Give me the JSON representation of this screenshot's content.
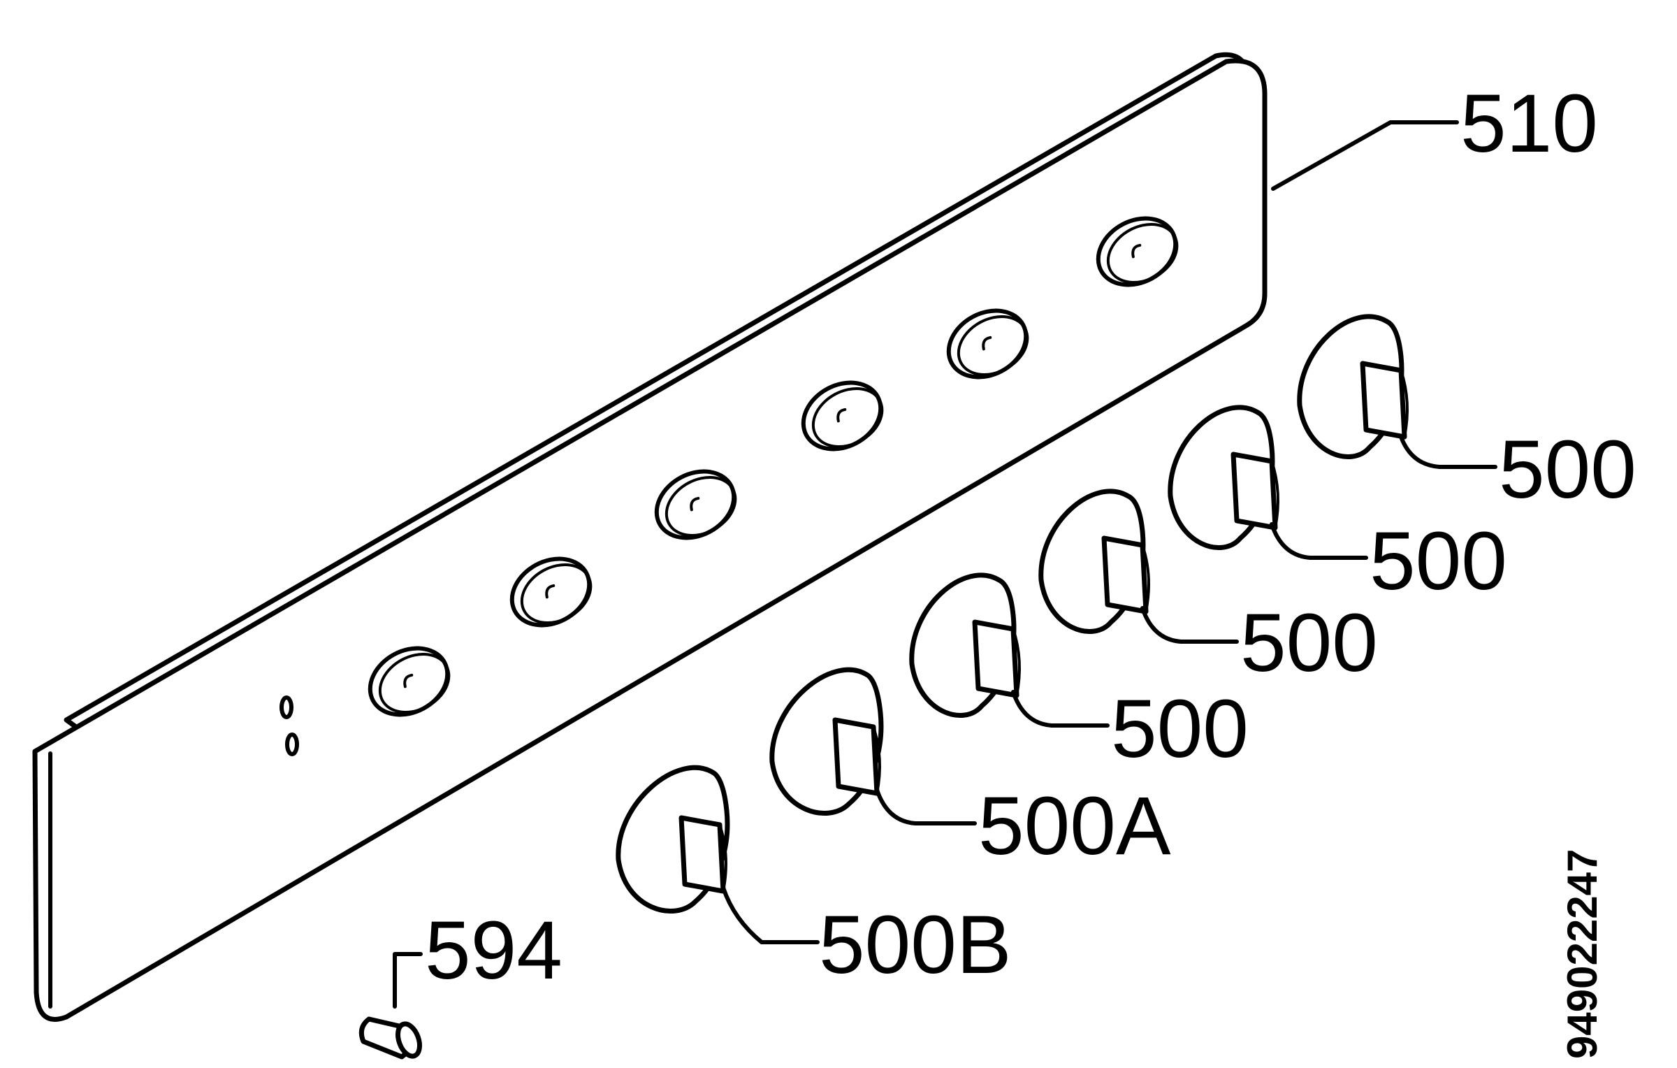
{
  "labels": {
    "panel": "510",
    "knob1": "500",
    "knob2": "500",
    "knob3": "500",
    "knob4": "500",
    "knob5": "500A",
    "knob6": "500B",
    "screw": "594"
  },
  "document_number": "949022247"
}
